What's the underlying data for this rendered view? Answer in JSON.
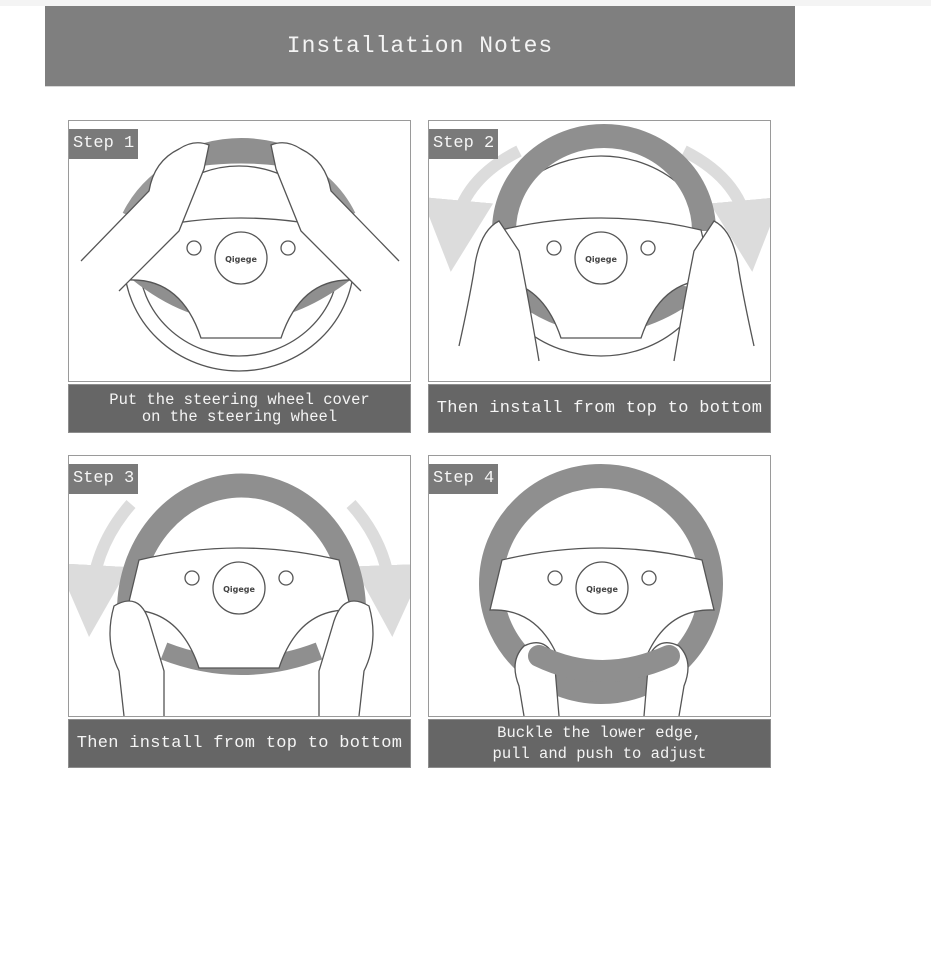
{
  "header": {
    "title": "Installation Notes",
    "background": "#7f7f7f"
  },
  "brand_logo": "Qigege",
  "steps": [
    {
      "label": "Step 1",
      "caption_lines": [
        "Put the steering wheel cover",
        "on the steering wheel"
      ],
      "illustration": "hands-placing-cover-on-top-of-wheel"
    },
    {
      "label": "Step 2",
      "caption_lines": [
        "Then install from top to bottom"
      ],
      "illustration": "hands-stretching-cover-down-sides-with-arrows"
    },
    {
      "label": "Step 3",
      "caption_lines": [
        "Then install from top to bottom"
      ],
      "illustration": "hands-pulling-cover-lower-with-arrows"
    },
    {
      "label": "Step 4",
      "caption_lines": [
        "Buckle the lower edge,",
        "pull and push to adjust"
      ],
      "illustration": "hands-buckling-lower-edge"
    }
  ],
  "colors": {
    "caption_bg": "#666666",
    "cover": "#8f8f8f",
    "arrow": "#dcdcdc",
    "line": "#555555"
  }
}
